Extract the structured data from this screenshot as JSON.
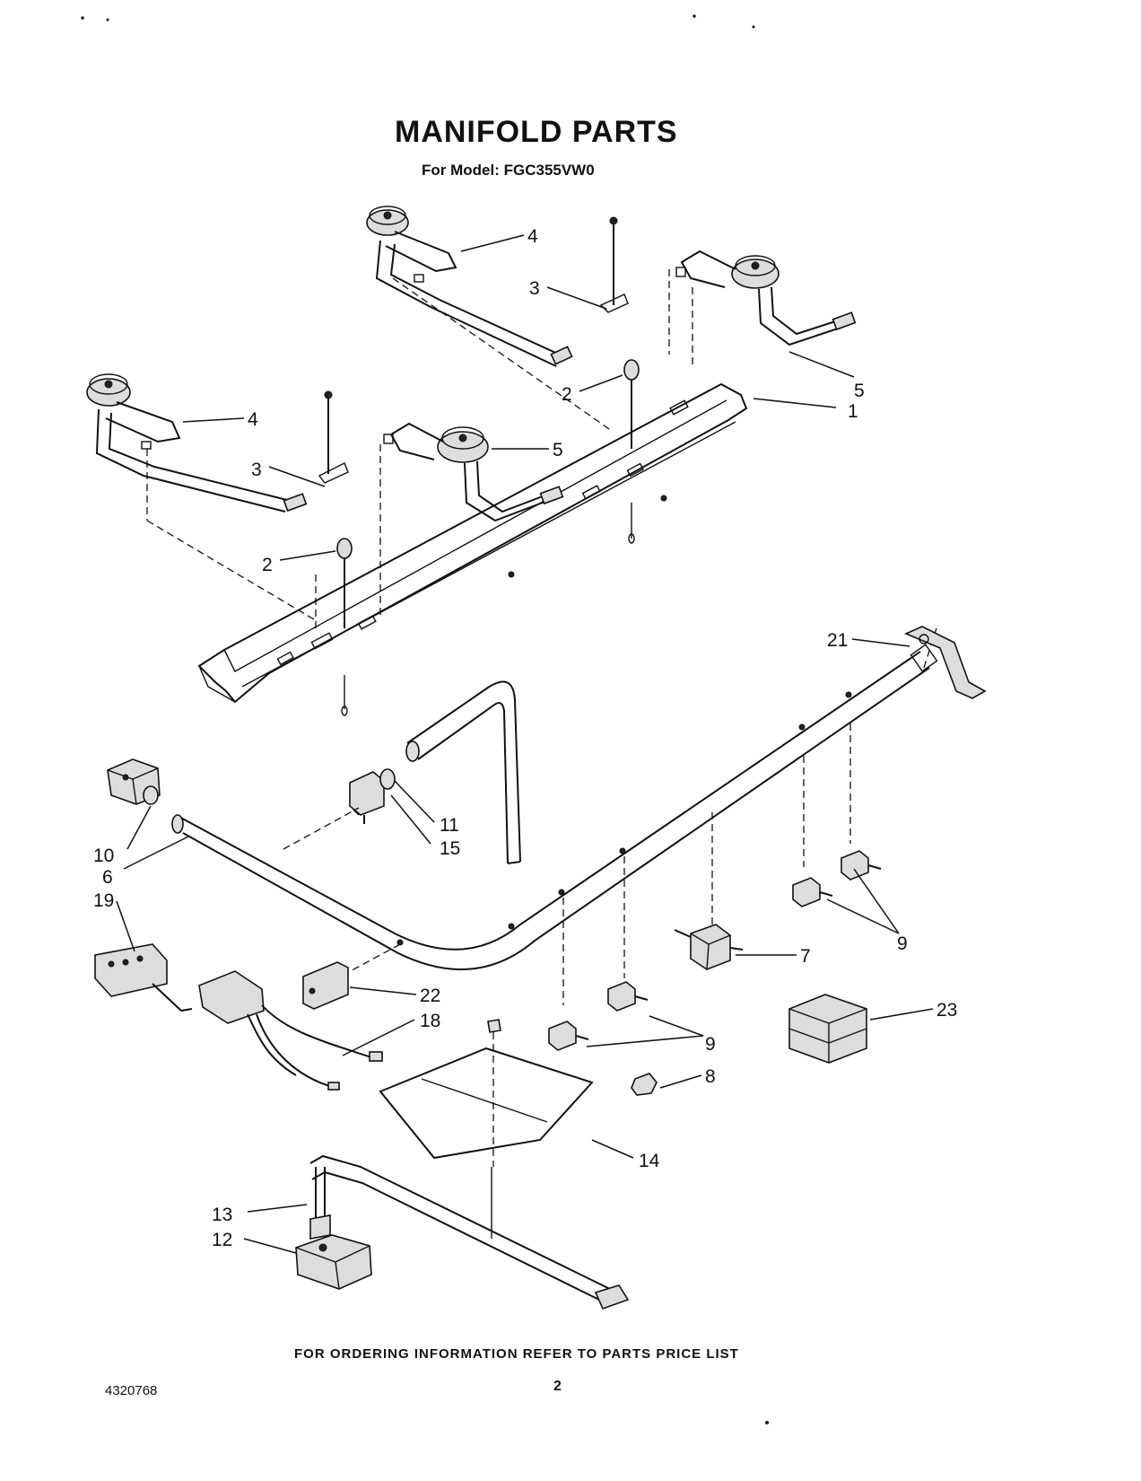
{
  "header": {
    "title": "MANIFOLD PARTS",
    "subtitle": "For Model: FGC355VW0"
  },
  "callouts": [
    "1",
    "2",
    "2",
    "3",
    "3",
    "4",
    "4",
    "5",
    "5",
    "6",
    "7",
    "8",
    "9",
    "9",
    "10",
    "11",
    "12",
    "13",
    "14",
    "15",
    "18",
    "19",
    "21",
    "22",
    "23"
  ],
  "footer": {
    "ordering_note": "FOR ORDERING INFORMATION REFER TO PARTS PRICE LIST",
    "doc_number": "4320768",
    "page_number": "2"
  }
}
